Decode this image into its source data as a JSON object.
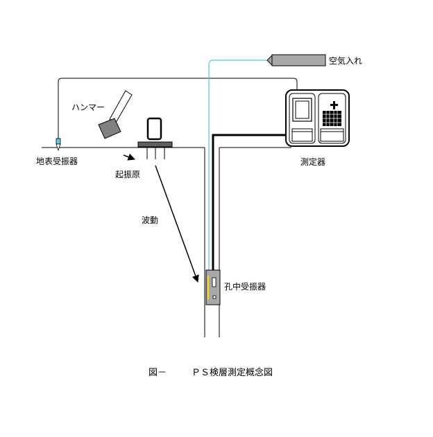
{
  "labels": {
    "air_in": "空気入れ",
    "hammer": "ハンマー",
    "surface_receiver": "地表受振器",
    "source": "起振原",
    "meter": "測定器",
    "wave": "波動",
    "borehole_receiver": "孔中受振器"
  },
  "caption": {
    "figure_no": "図－",
    "title": "ＰＳ検層測定概念図"
  },
  "colors": {
    "air_tube": "#5bc8e8",
    "hammer_gray": "#808080",
    "device_gray": "#a8a8a8",
    "plate_gray": "#606060",
    "line": "#000000"
  }
}
